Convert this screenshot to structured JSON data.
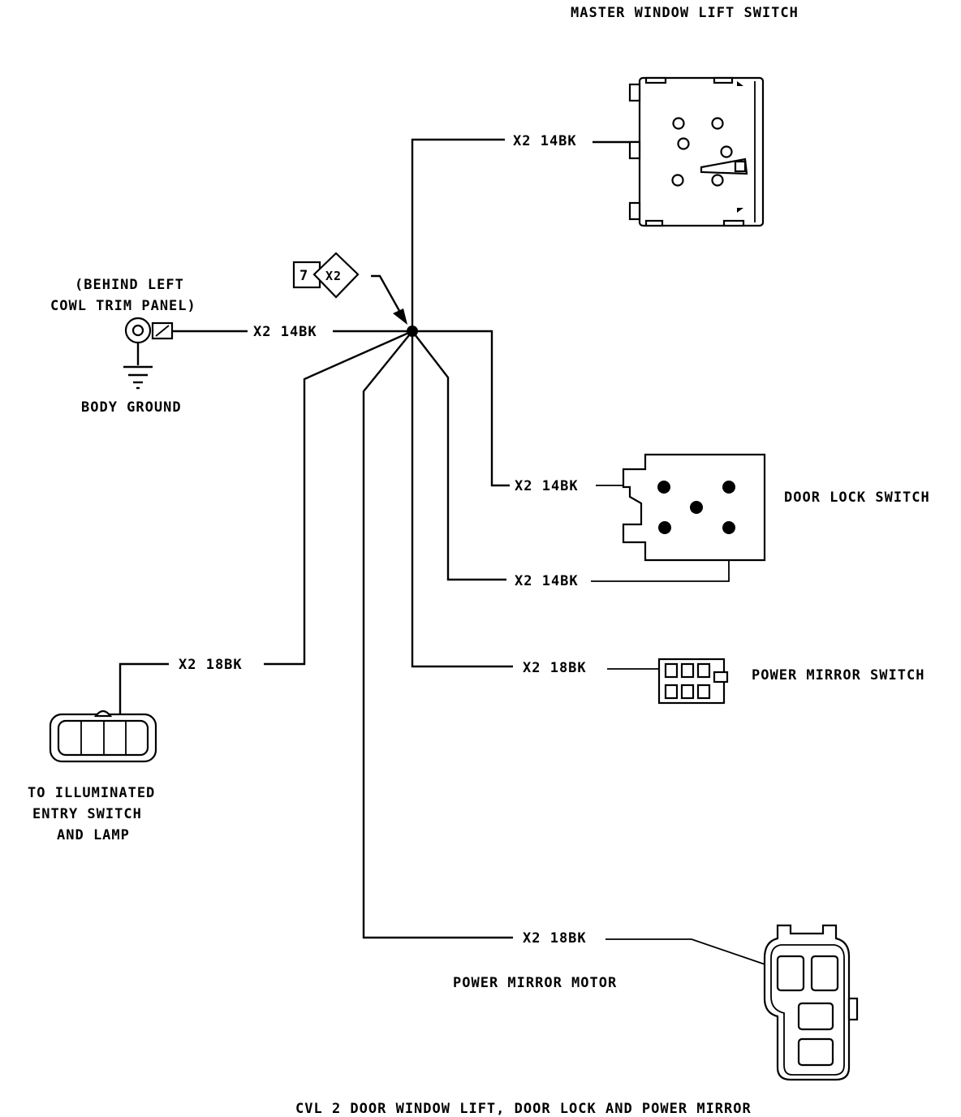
{
  "title": "CVL 2 DOOR WINDOW LIFT, DOOR LOCK AND POWER MIRROR",
  "splice": {
    "id": "X2",
    "index": "7"
  },
  "ground": {
    "location_line1": "(BEHIND LEFT",
    "location_line2": "COWL TRIM PANEL)",
    "name": "BODY GROUND"
  },
  "components": {
    "master_switch": "MASTER WINDOW LIFT SWITCH",
    "door_lock_switch": "DOOR LOCK SWITCH",
    "power_mirror_switch": "POWER MIRROR SWITCH",
    "power_mirror_motor": "POWER MIRROR MOTOR",
    "illuminated_entry_line1": "TO ILLUMINATED",
    "illuminated_entry_line2": "ENTRY SWITCH",
    "illuminated_entry_line3": "AND LAMP"
  },
  "wires": {
    "ground": "X2 14BK",
    "master_switch": "X2 14BK",
    "door_lock_a": "X2 14BK",
    "door_lock_b": "X2 14BK",
    "illuminated_entry": "X2 18BK",
    "mirror_switch": "X2 18BK",
    "mirror_motor": "X2 18BK"
  }
}
